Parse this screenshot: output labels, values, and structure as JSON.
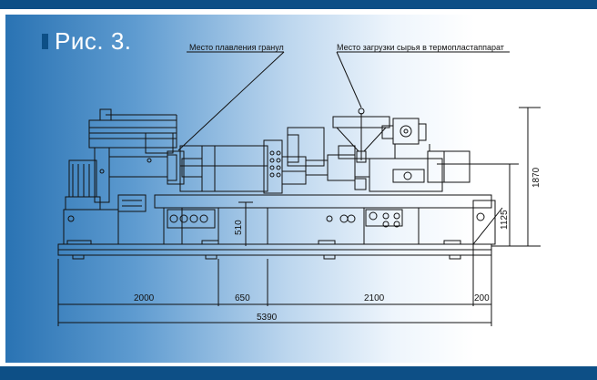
{
  "figure": {
    "title": "Рис. 3.",
    "callouts": {
      "melt_zone": "Место плавления гранул",
      "feed_zone": "Место загрузки сырья в термопластаппарат"
    },
    "dimensions": {
      "d2000": "2000",
      "d650": "650",
      "d2100": "2100",
      "d200": "200",
      "d5390": "5390",
      "d510": "510",
      "d1125": "1125",
      "d1870": "1870"
    }
  },
  "colors": {
    "band": "#0d4f86",
    "gradient_start": "#2a73b3",
    "gradient_end": "#ffffff",
    "line": "#111111"
  }
}
